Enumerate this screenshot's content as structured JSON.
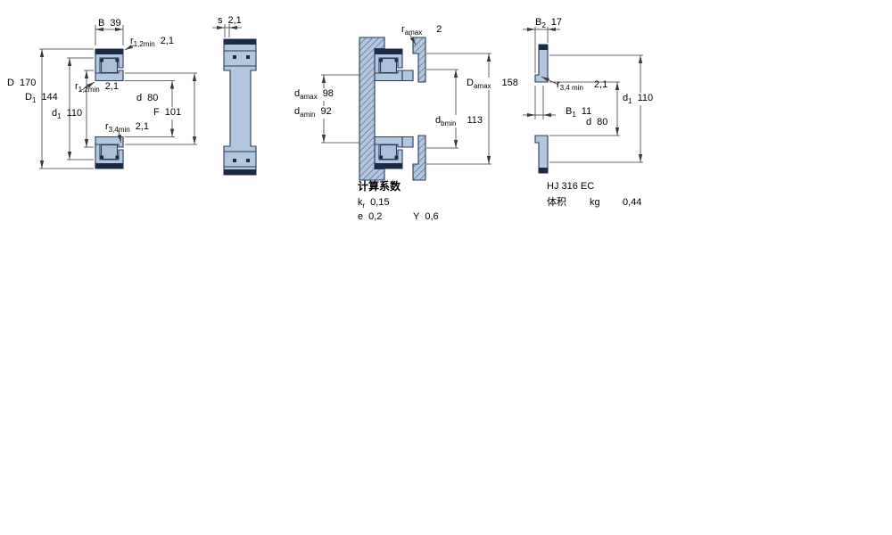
{
  "figure": {
    "type": "bearing-technical-drawing"
  },
  "dims": {
    "B": {
      "l": "B",
      "s": "",
      "v": "39"
    },
    "r12top": {
      "l": "r",
      "s": "1,2min",
      "v": "2,1"
    },
    "D": {
      "l": "D",
      "s": "",
      "v": "170"
    },
    "r12mid": {
      "l": "r",
      "s": "1,2min",
      "v": "2,1"
    },
    "D1": {
      "l": "D",
      "s": "1",
      "v": "144"
    },
    "d1": {
      "l": "d",
      "s": "1",
      "v": "110"
    },
    "d": {
      "l": "d",
      "s": "",
      "v": "80"
    },
    "F": {
      "l": "F",
      "s": "",
      "v": "101"
    },
    "r34": {
      "l": "r",
      "s": "3,4min",
      "v": "2,1"
    },
    "s": {
      "l": "s",
      "s": "",
      "v": "2,1"
    },
    "ramax": {
      "l": "r",
      "s": "amax",
      "v": "2"
    },
    "damax": {
      "l": "d",
      "s": "amax",
      "v": "98"
    },
    "damin": {
      "l": "d",
      "s": "amin",
      "v": "92"
    },
    "Damax": {
      "l": "D",
      "s": "amax",
      "v": "158"
    },
    "dbmin": {
      "l": "d",
      "s": "bmin",
      "v": "113"
    },
    "B2": {
      "l": "B",
      "s": "2",
      "v": "17"
    },
    "r34min": {
      "l": "r",
      "s": "3,4 min",
      "v": "2,1"
    },
    "d1r": {
      "l": "d",
      "s": "1",
      "v": "110"
    },
    "B1": {
      "l": "B",
      "s": "1",
      "v": "11"
    },
    "dr": {
      "l": "d",
      "s": "",
      "v": "80"
    }
  },
  "calc": {
    "title": "计算系数",
    "kr": {
      "l": "k",
      "s": "r",
      "v": "0,15"
    },
    "e": {
      "l": "e",
      "s": "",
      "v": "0,2"
    },
    "Y": {
      "l": "Y",
      "s": "",
      "v": "0,6"
    }
  },
  "product": {
    "designation": "HJ 316 EC",
    "mass_label": "体积",
    "mass_unit": "kg",
    "mass_value": "0,44"
  }
}
